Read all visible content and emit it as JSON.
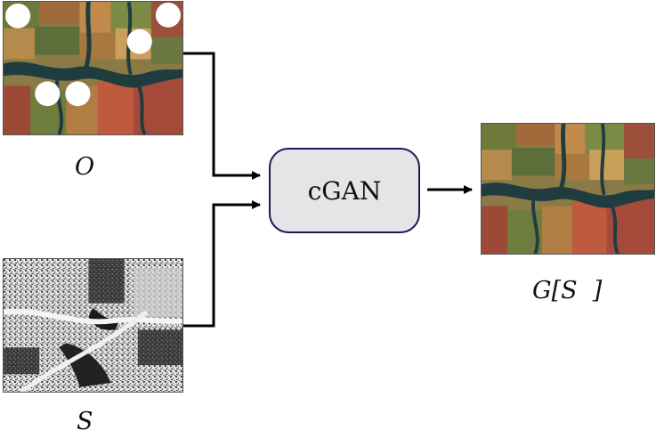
{
  "diagram": {
    "model_label": "cGAN",
    "inputs": [
      {
        "id": "optical",
        "label": "O",
        "kind": "optical image with cloud occlusions"
      },
      {
        "id": "sar",
        "label": "S",
        "kind": "SAR image"
      }
    ],
    "output": {
      "id": "generated",
      "label": "G[S  ]",
      "kind": "generated optical image"
    },
    "colors": {
      "box_fill": "#e5e5e8",
      "box_border": "#1a1a55",
      "arrow": "#000000",
      "occlusion": "#ffffff"
    }
  }
}
